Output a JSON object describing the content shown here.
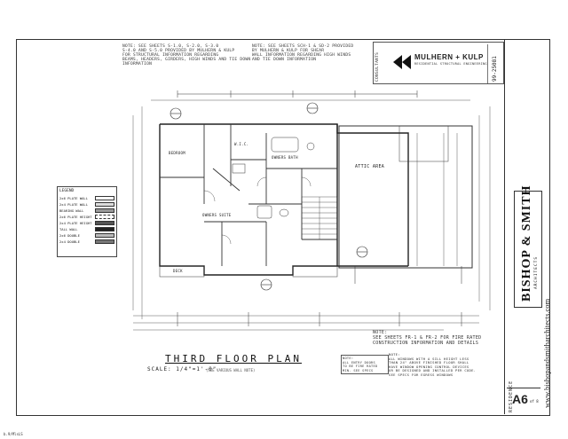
{
  "notes": {
    "top_left": "NOTE: SEE SHEETS S-1.0, S-2.0, S-3.0\nS-4.0 AND S-5.0 PROVIDED BY MULHERN & KULP\nFOR STRUCTURAL INFORMATION REGARDING\nBEAMS, HEADERS, GIRDERS, HIGH WINDS AND TIE DOWN INFORMATION",
    "top_middle": "NOTE: SEE SHEETS SCH-1 & SD-2 PROVIDED\nBY MULHERN & KULP FOR SHEAR\nWALL INFORMATION REGARDING HIGH WINDS\nAND TIE DOWN INFORMATION",
    "bottom_right": "NOTE:\nSEE SHEETS FR-1 & FR-2 FOR FIRE RATED\nCONSTRUCTION INFORMATION AND DETAILS",
    "egress": "NOTE:\nALL WINDOWS WITH A SILL HEIGHT LESS\nTHAN 24\" ABOVE FINISHED FLOOR SHALL\nHAVE WINDOW OPENING CONTROL DEVICES\nOR BE DESIGNED AND INSTALLED PER CODE.\nSEE SPECS FOR EGRESS WINDOWS",
    "small_box": "NOTE:\nALL ENTRY DOORS\nTO BE FIRE RATED\nMIN. SEE SPECS"
  },
  "consultant": {
    "label": "CONSULTANTS",
    "firm": "MULHERN + KULP",
    "subtitle": "RESIDENTIAL STRUCTURAL ENGINEERING",
    "project_no": "99-25081"
  },
  "plan": {
    "title": "THIRD FLOOR PLAN",
    "scale": "SCALE: 1/4\"=1'-0\"",
    "scale_note": "(SEE VARIOUS WALL NOTE)",
    "rooms": [
      "OWNERS BATH",
      "OWNERS SUITE",
      "ATTIC AREA",
      "W.I.C.",
      "BEDROOM",
      "DECK"
    ]
  },
  "legend": {
    "title": "LEGEND",
    "rows": [
      "2x6 PLATE WALL",
      "2x4 PLATE WALL",
      "BEARING WALL",
      "2x6 PLATE HEIGHT",
      "2x4 PLATE HEIGHT",
      "TALL WALL",
      "2x6 DOUBLE",
      "2x4 DOUBLE"
    ]
  },
  "title_block": {
    "firm_name": "BISHOP & SMITH",
    "firm_sub": "ARCHITECTS",
    "website": "www.bishopandsmitharchitects.com",
    "project": "RESIDENCE",
    "sheet_no": "A6",
    "sheet_of": "of 8"
  },
  "corner_label": "b.9/MlsLS"
}
